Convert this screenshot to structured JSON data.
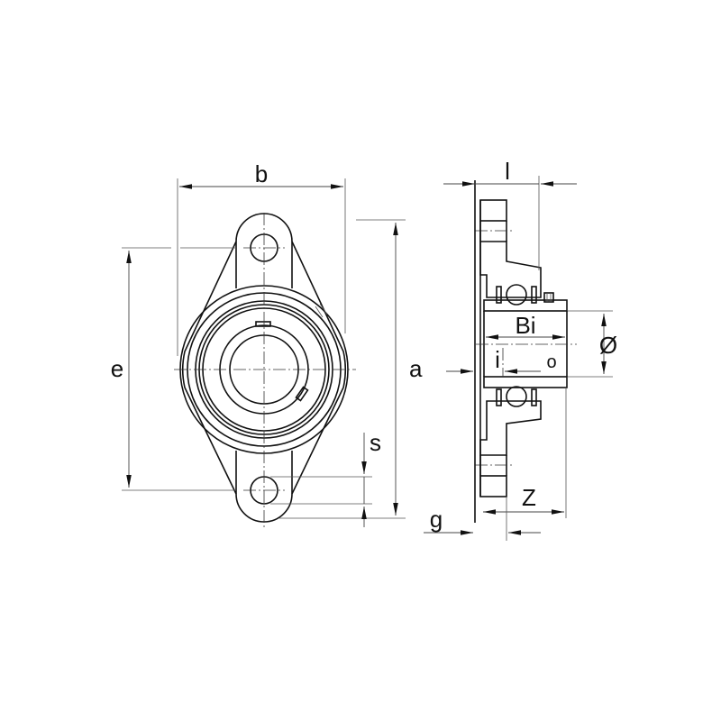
{
  "drawing": {
    "subject": "Two-bolt flange bearing unit",
    "views": [
      "front-view",
      "section-view"
    ]
  },
  "dimensions": {
    "b": "b",
    "e": "e",
    "a": "a",
    "s": "s",
    "l": "l",
    "bi": "Bi",
    "i": "i",
    "o": "o",
    "diameter": "Ø",
    "z": "Z",
    "g": "g"
  },
  "colors": {
    "line": "#111111",
    "dimension": "#444444",
    "background": "#ffffff"
  }
}
